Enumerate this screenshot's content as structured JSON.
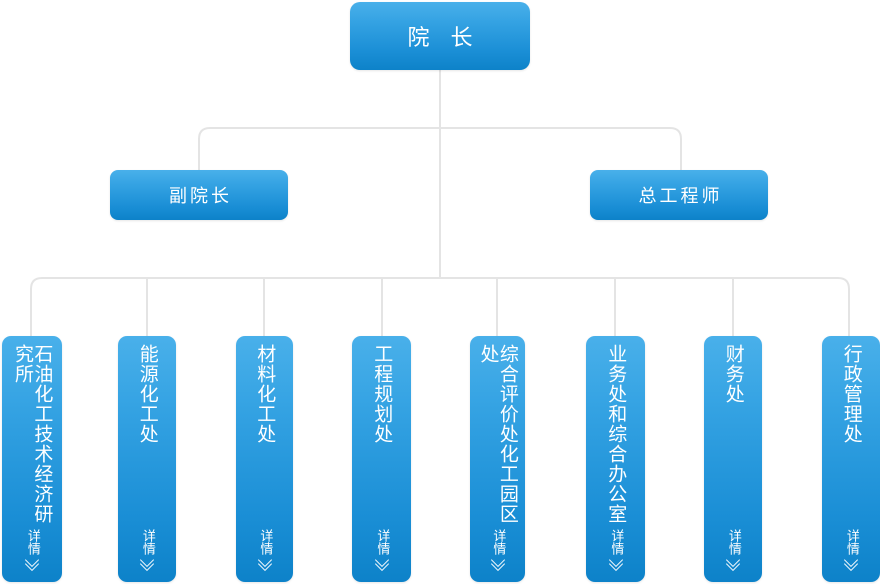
{
  "chart": {
    "type": "organization-chart",
    "title_text": "院 长",
    "levels": [
      {
        "level": 1,
        "nodes": [
          {
            "id": "president",
            "label": "院 长"
          }
        ]
      },
      {
        "level": 2,
        "nodes": [
          {
            "id": "vice-president",
            "label": "副院长"
          },
          {
            "id": "chief-engineer",
            "label": "总工程师"
          }
        ]
      },
      {
        "level": 3,
        "nodes": [
          {
            "id": "dept-1",
            "label": "石油化工技术经济研究所",
            "more_label": "详情"
          },
          {
            "id": "dept-2",
            "label": "能源化工处",
            "more_label": "详情"
          },
          {
            "id": "dept-3",
            "label": "材料化工处",
            "more_label": "详情"
          },
          {
            "id": "dept-4",
            "label": "工程规划处",
            "more_label": "详情"
          },
          {
            "id": "dept-5",
            "label": "综合评价处化工园区处",
            "more_label": "详情"
          },
          {
            "id": "dept-6",
            "label": "业务处和综合办公室",
            "more_label": "详情"
          },
          {
            "id": "dept-7",
            "label": "财务处",
            "more_label": "详情"
          },
          {
            "id": "dept-8",
            "label": "行政管理处",
            "more_label": "详情"
          }
        ]
      }
    ]
  },
  "colors": {
    "box_gradient_top": "#49b0ea",
    "box_gradient_bottom": "#0d82c9",
    "text": "#ffffff",
    "connector_line": "#e2e2e2",
    "background": "#ffffff"
  },
  "icons": {
    "more_chevron": "chevron-double-down-icon"
  }
}
